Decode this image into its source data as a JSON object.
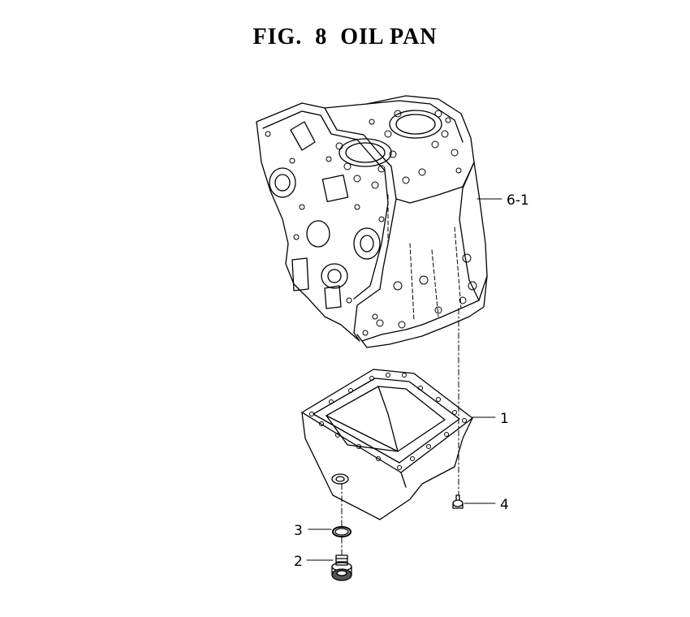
{
  "figure": {
    "title": "FIG.  8  OIL PAN"
  },
  "callouts": [
    {
      "label": "6-1"
    },
    {
      "label": "1"
    },
    {
      "label": "4"
    },
    {
      "label": "3"
    },
    {
      "label": "2"
    }
  ]
}
